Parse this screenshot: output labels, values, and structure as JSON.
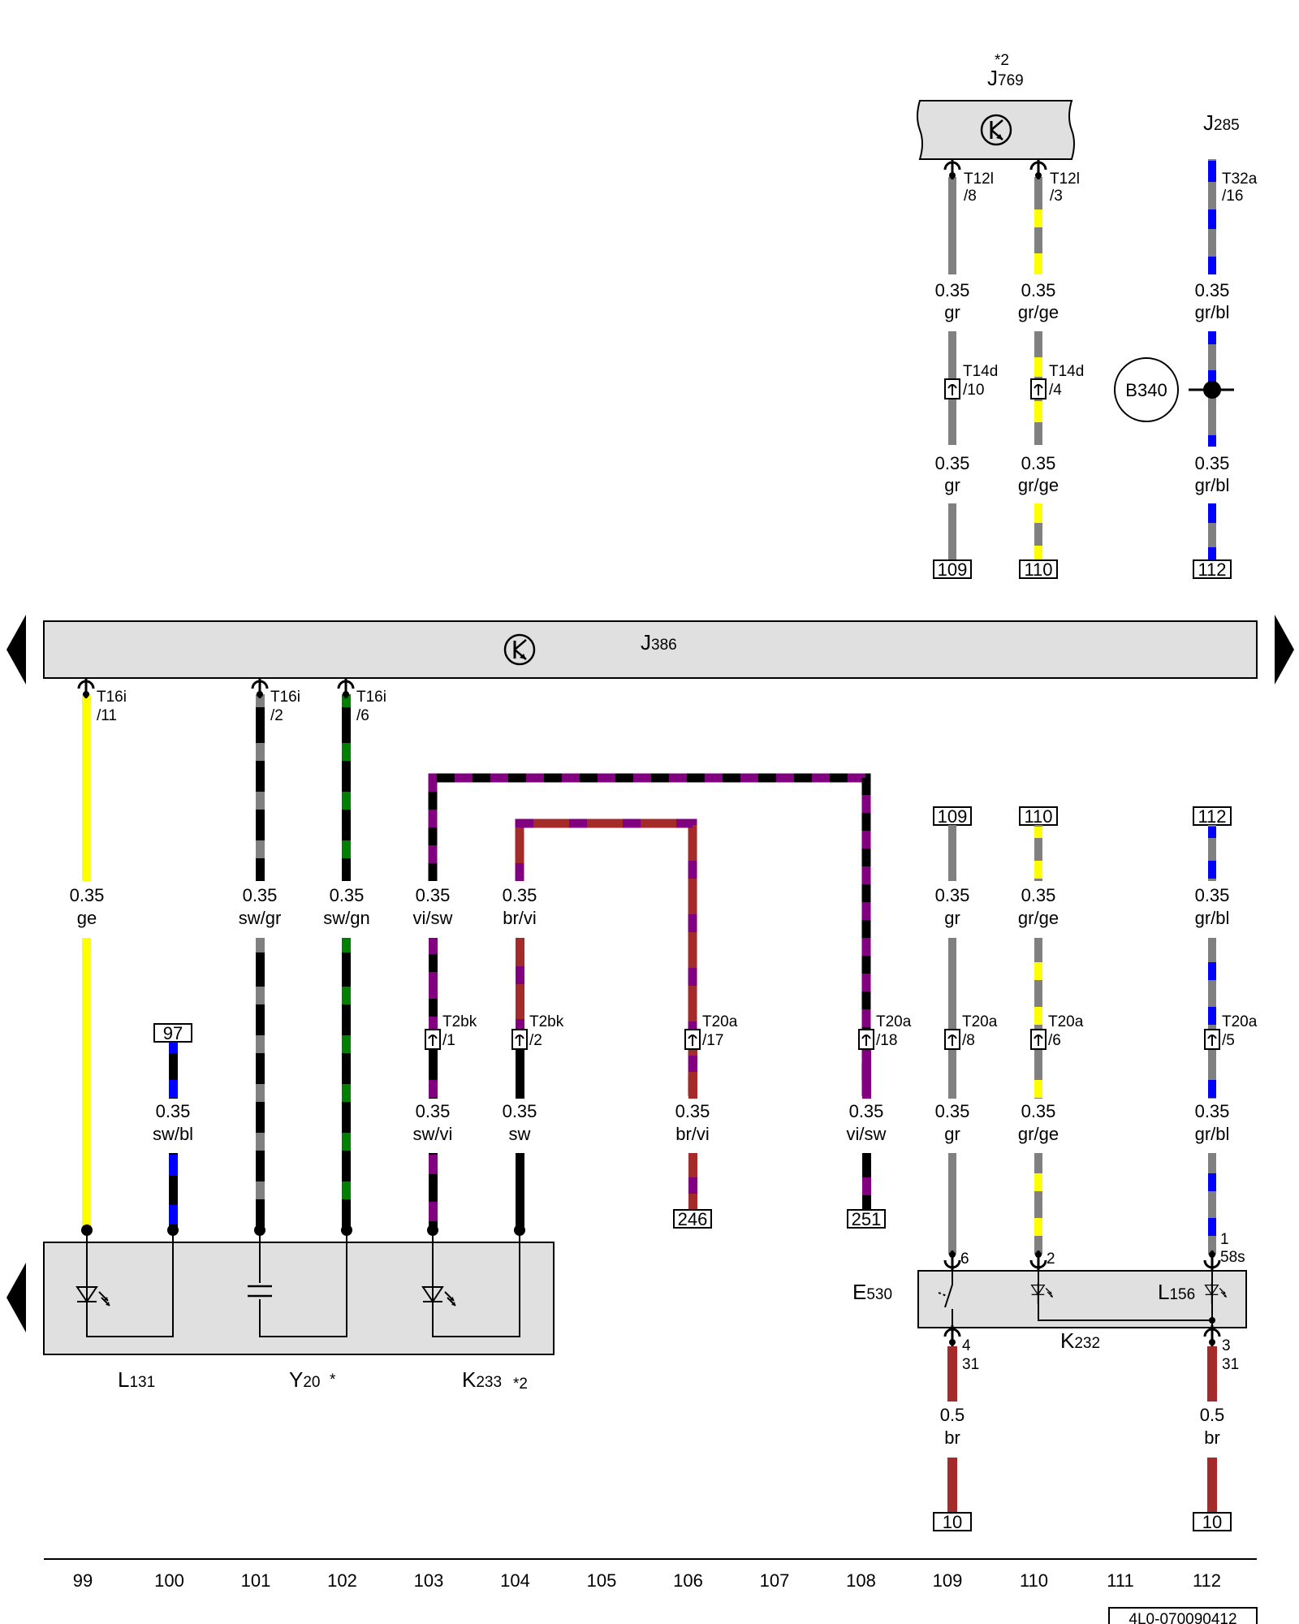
{
  "components": {
    "j769_note": "*2",
    "j769": {
      "letter": "J",
      "sub": "769"
    },
    "j285": {
      "letter": "J",
      "sub": "285"
    },
    "j386": {
      "letter": "J",
      "sub": "386"
    },
    "l131": {
      "letter": "L",
      "sub": "131"
    },
    "y20": {
      "letter": "Y",
      "sub": "20",
      "note": "*"
    },
    "k233": {
      "letter": "K",
      "sub": "233",
      "note": "*2"
    },
    "e530": {
      "letter": "E",
      "sub": "530"
    },
    "l156": {
      "letter": "L",
      "sub": "156"
    },
    "k232": {
      "letter": "K",
      "sub": "232"
    },
    "b340": "B340"
  },
  "colors": {
    "gr": "#808080",
    "ge": "#ffff00",
    "bl": "#0000ff",
    "sw": "#000000",
    "gn": "#008000",
    "vi": "#800080",
    "br": "#a52a2a",
    "ecu_fill": "#e0e0e0"
  },
  "icons": [
    "transistor-icon",
    "led-icon",
    "capacitor-icon",
    "switch-icon",
    "ground-splice-icon",
    "page-arrow-left-icon",
    "page-arrow-right-icon"
  ],
  "upper_wires": [
    {
      "id": "j769-8",
      "conn1": "T12l",
      "pin1": "/8",
      "gauge": "0.35",
      "color": "gr",
      "conn2": "T14d",
      "pin2": "/10",
      "gauge2": "0.35",
      "color2": "gr",
      "ref": "109"
    },
    {
      "id": "j769-3",
      "conn1": "T12l",
      "pin1": "/3",
      "gauge": "0.35",
      "color": "gr/ge",
      "conn2": "T14d",
      "pin2": "/4",
      "gauge2": "0.35",
      "color2": "gr/ge",
      "ref": "110"
    },
    {
      "id": "j285-16",
      "conn1": "T32a",
      "pin1": "/16",
      "gauge": "0.35",
      "color": "gr/bl",
      "gauge2": "0.35",
      "color2": "gr/bl",
      "ref": "112"
    }
  ],
  "j386_pins": [
    {
      "conn": "T16i",
      "pin": "/11"
    },
    {
      "conn": "T16i",
      "pin": "/2"
    },
    {
      "conn": "T16i",
      "pin": "/6"
    }
  ],
  "lower_wires": [
    {
      "id": "ge",
      "gauge": "0.35",
      "color": "ge"
    },
    {
      "id": "swgr",
      "gauge": "0.35",
      "color": "sw/gr"
    },
    {
      "id": "swgn",
      "gauge": "0.35",
      "color": "sw/gn"
    },
    {
      "id": "visw",
      "gauge": "0.35",
      "color": "vi/sw"
    },
    {
      "id": "brvi",
      "gauge": "0.35",
      "color": "br/vi"
    }
  ],
  "ref97": {
    "ref": "97",
    "gauge": "0.35",
    "color": "sw/bl"
  },
  "connectors": [
    {
      "conn": "T2bk",
      "pin": "/1",
      "gauge": "0.35",
      "color": "sw/vi"
    },
    {
      "conn": "T2bk",
      "pin": "/2",
      "gauge": "0.35",
      "color": "sw"
    },
    {
      "conn": "T20a",
      "pin": "/17",
      "gauge": "0.35",
      "color": "br/vi",
      "ref": "246"
    },
    {
      "conn": "T20a",
      "pin": "/18",
      "gauge": "0.35",
      "color": "vi/sw",
      "ref": "251"
    },
    {
      "conn": "T20a",
      "pin": "/8",
      "gauge": "0.35",
      "color": "gr",
      "top_ref": "109",
      "top_gauge": "0.35",
      "top_color": "gr"
    },
    {
      "conn": "T20a",
      "pin": "/6",
      "gauge": "0.35",
      "color": "gr/ge",
      "top_ref": "110",
      "top_gauge": "0.35",
      "top_color": "gr/ge"
    },
    {
      "conn": "T20a",
      "pin": "/5",
      "gauge": "0.35",
      "color": "gr/bl",
      "top_ref": "112",
      "top_gauge": "0.35",
      "top_color": "gr/bl"
    }
  ],
  "e530_pins": {
    "p6": "6",
    "p2": "2",
    "p1": "1",
    "p1_term": "58s",
    "p4": "4",
    "p4_term": "31",
    "p3": "3",
    "p3_term": "31"
  },
  "ground_wires": [
    {
      "gauge": "0.5",
      "color": "br",
      "ref": "10"
    },
    {
      "gauge": "0.5",
      "color": "br",
      "ref": "10"
    }
  ],
  "columns": [
    "99",
    "100",
    "101",
    "102",
    "103",
    "104",
    "105",
    "106",
    "107",
    "108",
    "109",
    "110",
    "111",
    "112"
  ],
  "doc_id": "4L0-070090412"
}
